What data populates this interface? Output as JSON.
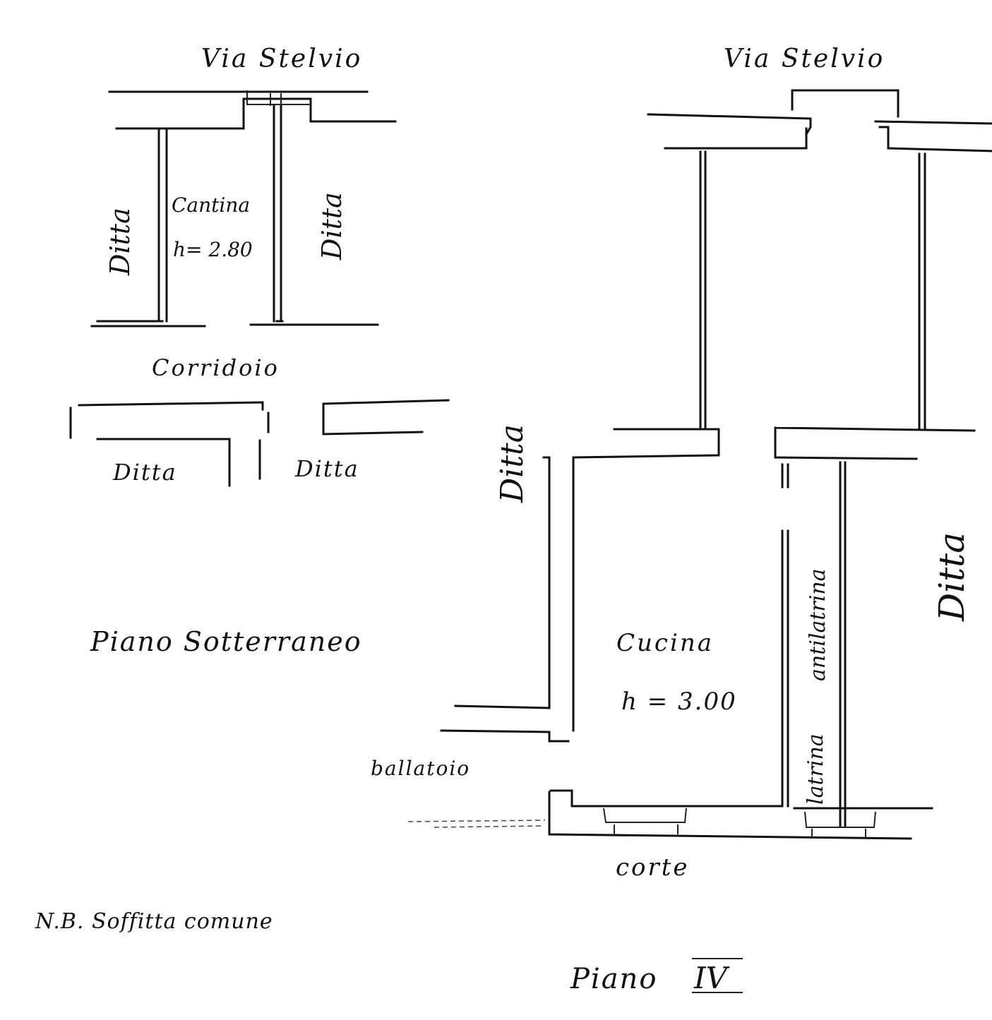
{
  "basement": {
    "street": "Via Stelvio",
    "room_name": "Cantina",
    "room_height": "h= 2.80",
    "left_neighbor": "Ditta",
    "right_neighbor": "Ditta",
    "corridor": "Corridoio",
    "bottom_left_neighbor": "Ditta",
    "bottom_right_neighbor": "Ditta",
    "caption": "Piano Sotterraneo"
  },
  "note": "N.B. Soffitta comune",
  "fourth_floor": {
    "street": "Via Stelvio",
    "left_neighbor": "Ditta",
    "right_neighbor": "Ditta",
    "room_name": "Cucina",
    "room_height": "h = 3.00",
    "wc": "latrina",
    "antiwc": "antilatrina",
    "balcony": "ballatoio",
    "courtyard": "corte",
    "caption_prefix": "Piano",
    "caption_numeral": "IV"
  }
}
